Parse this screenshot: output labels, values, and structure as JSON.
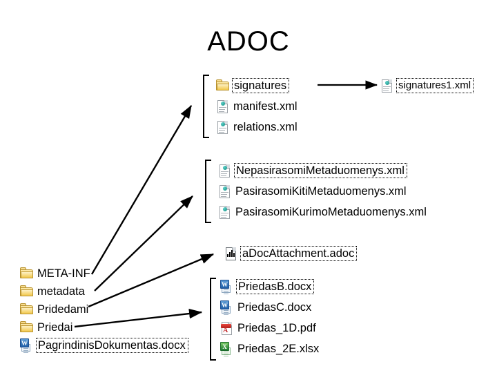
{
  "slide": {
    "title": "ADOC",
    "background": "#ffffff",
    "text_color": "#000000"
  },
  "left_column": {
    "name": "adoc-package-contents",
    "items": [
      {
        "label": "META-INF",
        "icon": "folder-icon",
        "type": "folder",
        "selected": false
      },
      {
        "label": "metadata",
        "icon": "folder-icon",
        "type": "folder",
        "selected": false
      },
      {
        "label": "Pridedami",
        "icon": "folder-icon",
        "type": "folder",
        "selected": false
      },
      {
        "label": "Priedai",
        "icon": "folder-icon",
        "type": "folder",
        "selected": false
      },
      {
        "label": "PagrindinisDokumentas.docx",
        "icon": "word-document-icon",
        "type": "docx",
        "selected": true
      }
    ]
  },
  "groups": {
    "meta_inf": {
      "name": "meta-inf-contents",
      "items": [
        {
          "label": "signatures",
          "icon": "folder-icon",
          "type": "folder",
          "selected": true
        },
        {
          "label": "manifest.xml",
          "icon": "xml-document-icon",
          "type": "xml",
          "selected": false
        },
        {
          "label": "relations.xml",
          "icon": "xml-document-icon",
          "type": "xml",
          "selected": false
        }
      ]
    },
    "signatures_detail": {
      "name": "signatures-folder-contents",
      "items": [
        {
          "label": "signatures1.xml",
          "icon": "xml-document-icon",
          "type": "xml",
          "selected": true
        }
      ]
    },
    "metadata": {
      "name": "metadata-contents",
      "items": [
        {
          "label": "NepasirasomiMetaduomenys.xml",
          "icon": "xml-document-icon",
          "type": "xml",
          "selected": true
        },
        {
          "label": "PasirasomiKitiMetaduomenys.xml",
          "icon": "xml-document-icon",
          "type": "xml",
          "selected": false
        },
        {
          "label": "PasirasomiKurimoMetaduomenys.xml",
          "icon": "xml-document-icon",
          "type": "xml",
          "selected": false
        }
      ]
    },
    "pridedami": {
      "name": "pridedami-contents",
      "items": [
        {
          "label": "aDocAttachment.adoc",
          "icon": "adoc-document-icon",
          "type": "adoc",
          "selected": true
        }
      ]
    },
    "priedai": {
      "name": "priedai-contents",
      "items": [
        {
          "label": "PriedasB.docx",
          "icon": "word-document-icon",
          "type": "docx",
          "selected": true
        },
        {
          "label": "PriedasC.docx",
          "icon": "word-document-icon",
          "type": "docx",
          "selected": false
        },
        {
          "label": "Priedas_1D.pdf",
          "icon": "pdf-document-icon",
          "type": "pdf",
          "selected": false
        },
        {
          "label": "Priedas_2E.xlsx",
          "icon": "excel-document-icon",
          "type": "xlsx",
          "selected": false
        }
      ]
    }
  },
  "connectors": [
    {
      "name": "arrow-meta-inf-to-contents",
      "from": "META-INF",
      "to": "meta_inf"
    },
    {
      "name": "arrow-metadata-to-contents",
      "from": "metadata",
      "to": "metadata"
    },
    {
      "name": "arrow-pridedami-to-contents",
      "from": "Pridedami",
      "to": "pridedami"
    },
    {
      "name": "arrow-priedai-to-contents",
      "from": "Priedai",
      "to": "priedai"
    },
    {
      "name": "arrow-signatures-to-detail",
      "from": "signatures",
      "to": "signatures_detail"
    }
  ]
}
